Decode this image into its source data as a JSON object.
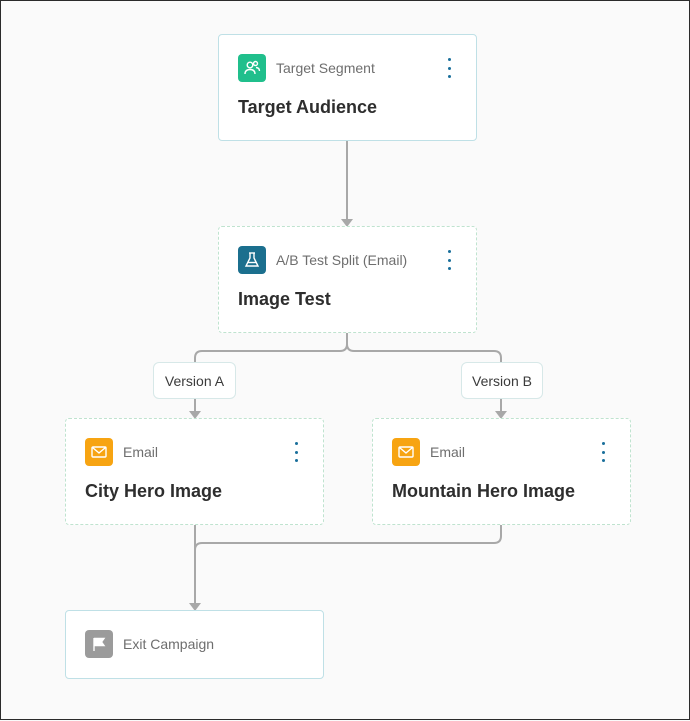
{
  "colors": {
    "segment_icon_bg": "#20bf8c",
    "split_icon_bg": "#1b6f8e",
    "email_icon_bg": "#f7a412",
    "exit_icon_bg": "#9b9b9b",
    "connector": "#a8a8a8",
    "menu_dots": "#1a6f9b"
  },
  "nodes": {
    "target": {
      "type": "Target Segment",
      "title": "Target Audience",
      "icon": "people-icon"
    },
    "split": {
      "type": "A/B Test Split (Email)",
      "title": "Image Test",
      "icon": "flask-icon"
    },
    "email_a": {
      "type": "Email",
      "title": "City Hero Image",
      "icon": "mail-icon"
    },
    "email_b": {
      "type": "Email",
      "title": "Mountain Hero Image",
      "icon": "mail-icon"
    },
    "exit": {
      "label": "Exit Campaign",
      "icon": "flag-icon"
    }
  },
  "branches": {
    "a": "Version A",
    "b": "Version B"
  }
}
